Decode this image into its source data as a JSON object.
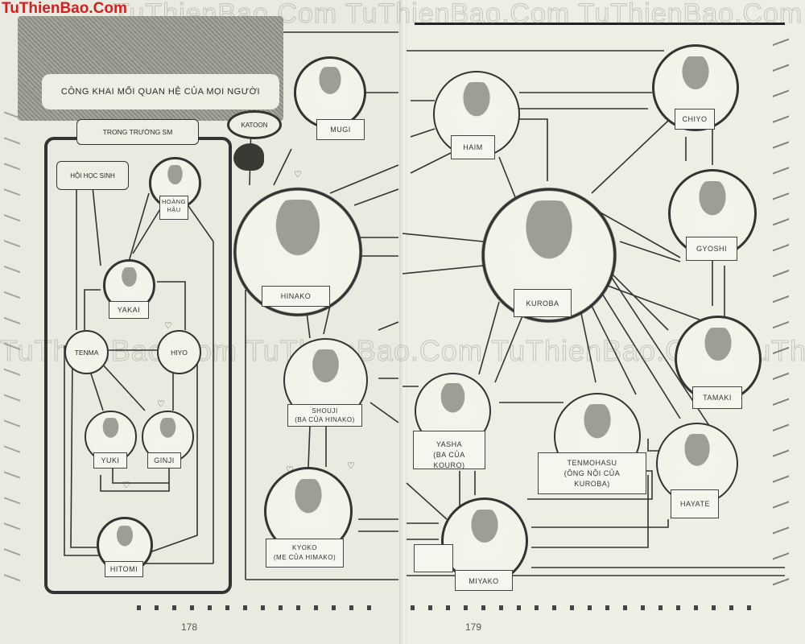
{
  "watermark": {
    "brand": "TuThienBao.Com",
    "repeat_text": "TuThienBao.Com TuThienBao.Com TuThienBao.Com TuTh"
  },
  "left_page": {
    "page_number": "178",
    "title": "CÔNG KHAI MỐI QUAN HỆ CỦA MỌI NGƯỜI",
    "school_banner": "TRONG TRƯỜNG SM",
    "speech_bubble": "KATOON",
    "council_box": "HỘI HỌC SINH",
    "characters": {
      "hoang_hau": "HOÀNG\nHẬU",
      "yakai": "YAKAI",
      "tenma": "TENMA",
      "hiyo": "HIYO",
      "yuki": "YUKI",
      "ginji": "GINJI",
      "hitomi": "HITOMI",
      "mugi": "MUGI",
      "hinako": "HINAKO",
      "shouji": "SHOUJI\n(BA CỦA HINAKO)",
      "kyoko": "KYOKO\n(MẸ CỦA HIMAKO)"
    }
  },
  "right_page": {
    "page_number": "179",
    "characters": {
      "haim": "HAIM",
      "chiyo": "CHIYO",
      "gyoshi": "GYOSHI",
      "kuroba": "KUROBA",
      "tamaki": "TAMAKI",
      "yasha": "YASHA\n(BA CỦA KOURO)",
      "tenmohasu": "TENMOHASU\n(ÔNG NỘI CỦA\nKUROBA)",
      "hayate": "HAYATE",
      "miyako": "MIYAKO"
    }
  },
  "icons": {
    "heart": "♡",
    "arrow_head": "spade-shaped arrow"
  },
  "colors": {
    "paper": "#ebeae0",
    "ink": "#2a2a2a",
    "brand_red": "#cc2222"
  }
}
